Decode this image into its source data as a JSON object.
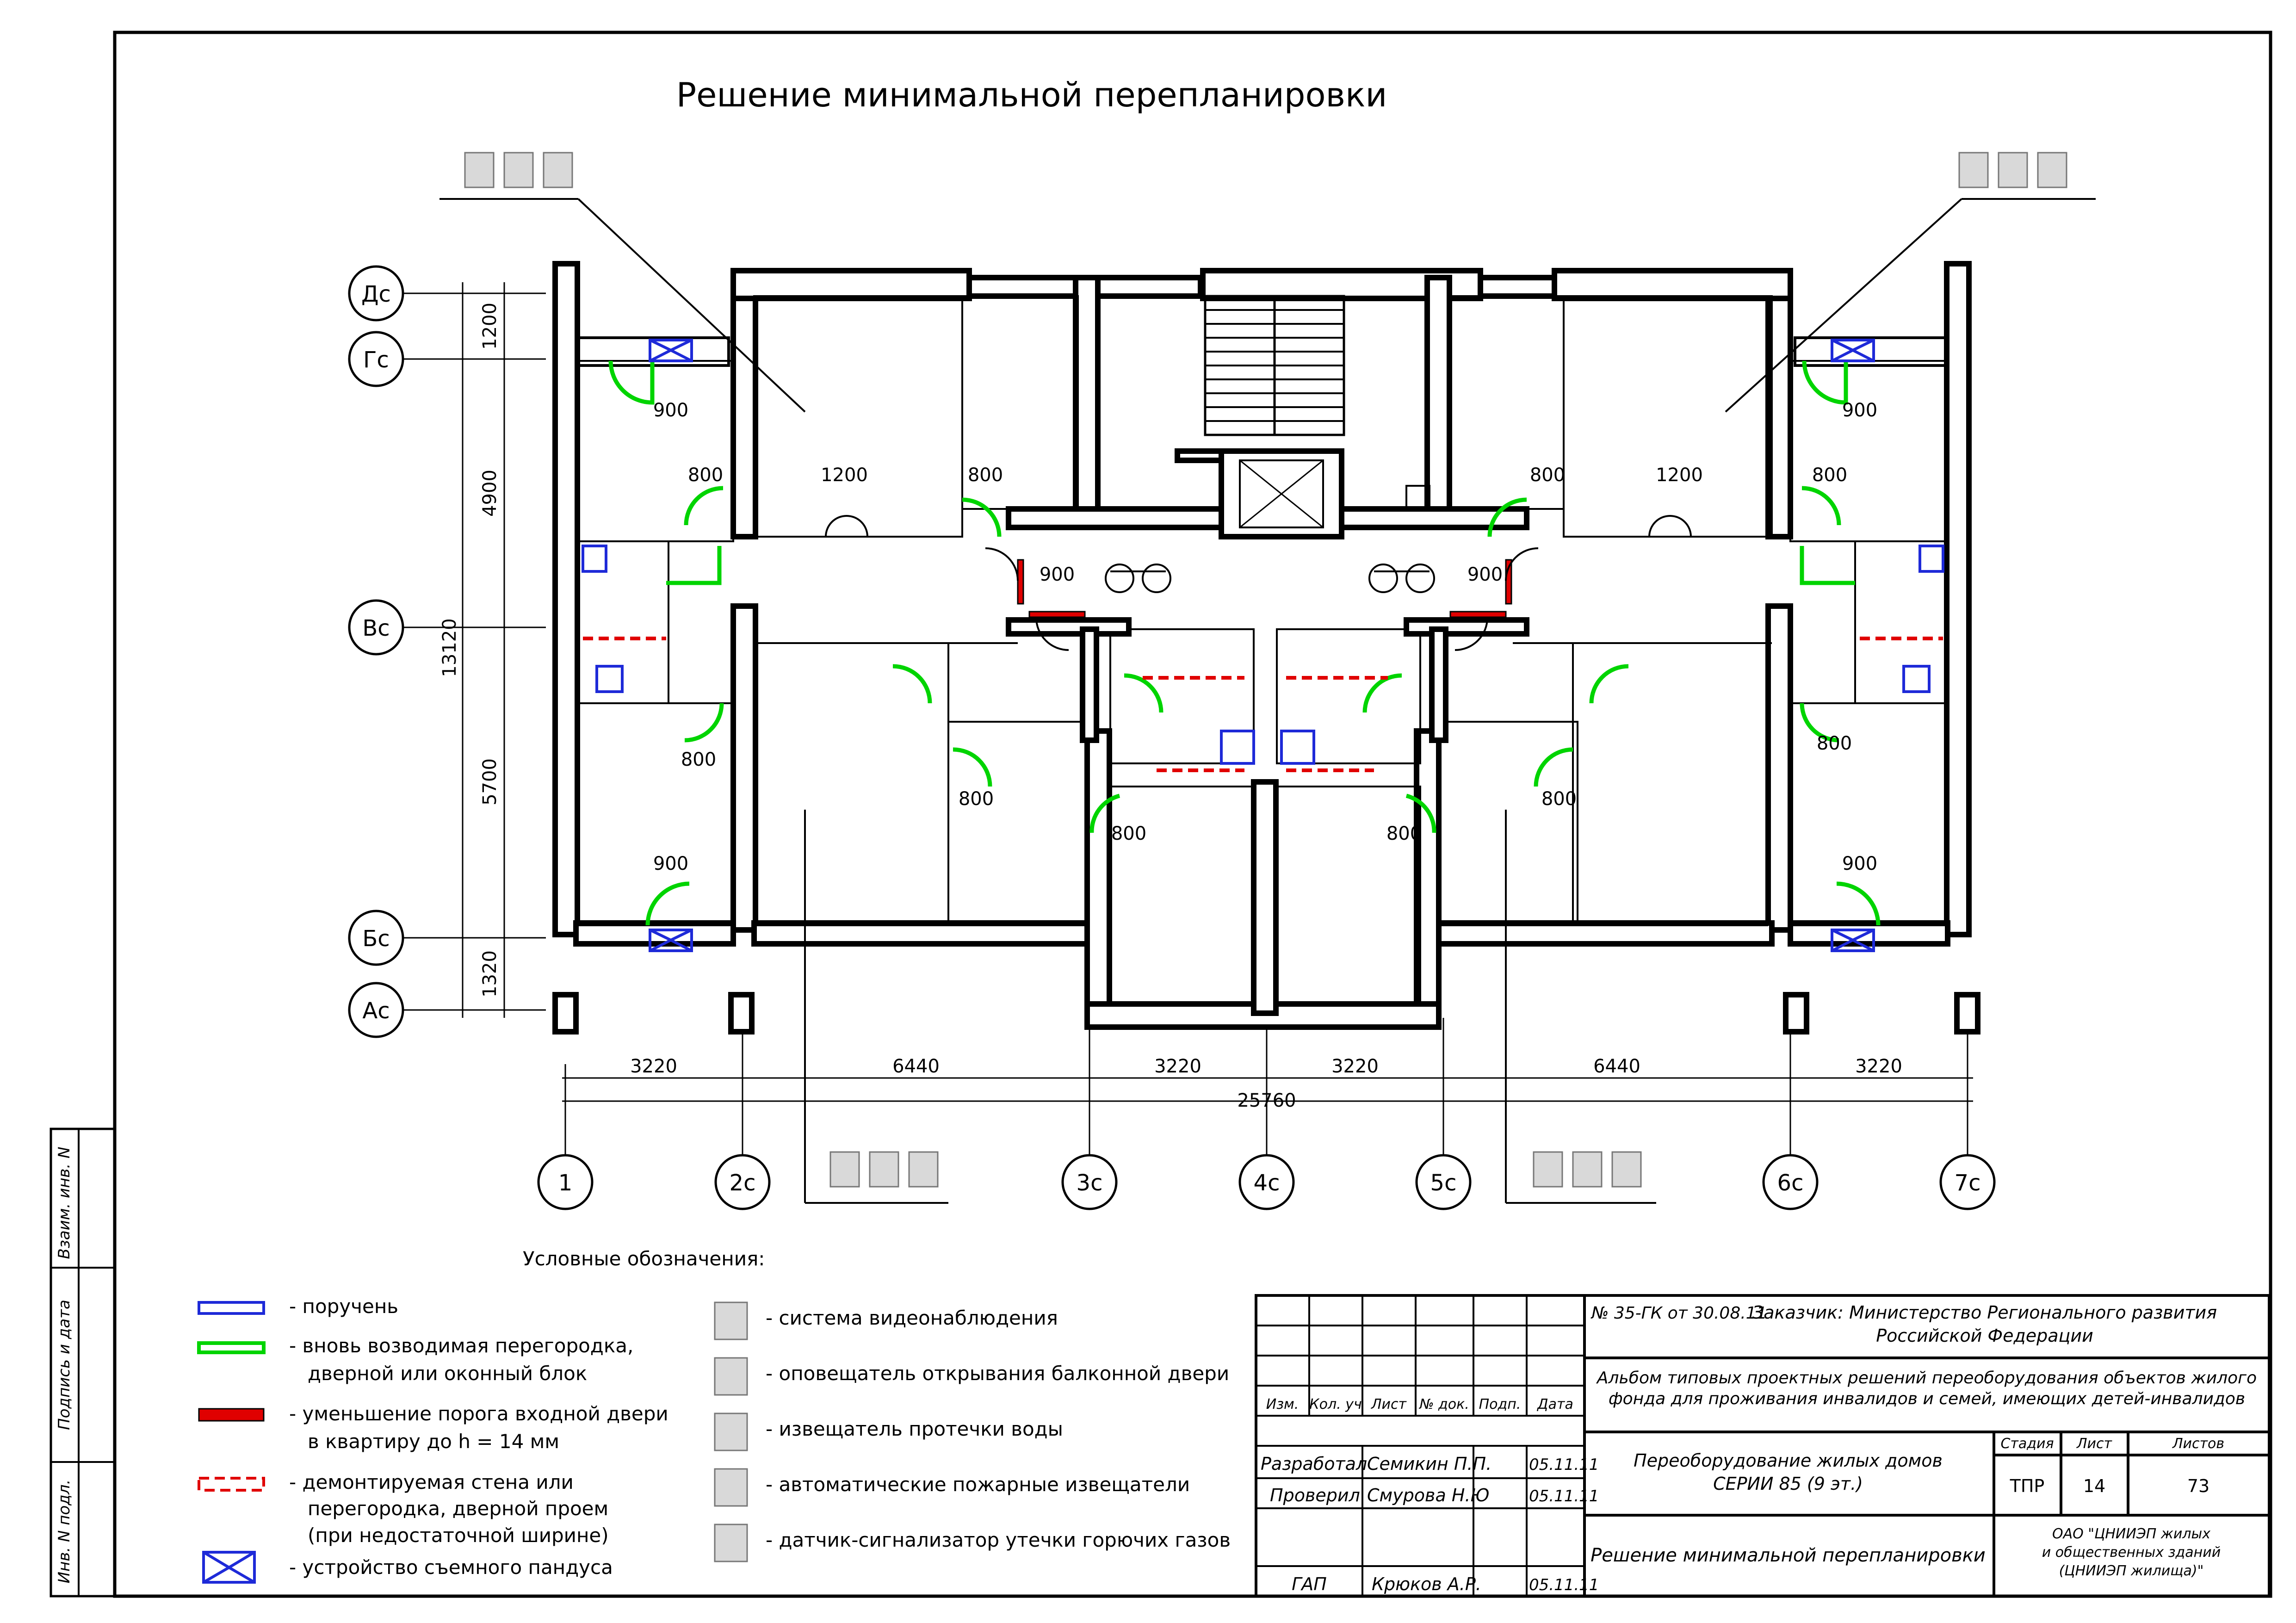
{
  "title": "Решение минимальной перепланировки",
  "axes": {
    "rows": [
      "Дс",
      "Гс",
      "Вс",
      "Бс",
      "Ас"
    ],
    "columns": [
      "1",
      "2с",
      "3с",
      "4с",
      "5с",
      "6с",
      "7с"
    ]
  },
  "dimensions": {
    "vertical": [
      "1200",
      "4900",
      "13120",
      "5700",
      "1320"
    ],
    "horizontal": [
      "3220",
      "6440",
      "3220",
      "3220",
      "6440",
      "3220"
    ],
    "total": "25760",
    "doors": {
      "balcony": "900",
      "room": "800",
      "double_door": "1200",
      "entrance": "900"
    }
  },
  "legend": {
    "heading": "Условные обозначения:",
    "left": [
      {
        "icon": "handrail",
        "text": "- поручень"
      },
      {
        "icon": "new-partition",
        "text": "- вновь возводимая перегородка,",
        "text2": "дверной или оконный блок"
      },
      {
        "icon": "threshold",
        "text": "- уменьшение порога входной двери",
        "text2": "в квартиру до h = 14 мм"
      },
      {
        "icon": "demolished-wall",
        "text": "- демонтируемая стена или",
        "text2": "перегородка, дверной проем",
        "text3": "(при недостаточной ширине)"
      },
      {
        "icon": "ramp",
        "text": "- устройство съемного пандуса"
      }
    ],
    "right": [
      {
        "icon": "camera-icon",
        "text": "- система видеонаблюдения"
      },
      {
        "icon": "balcony-alarm-icon",
        "text": "- оповещатель открывания балконной двери"
      },
      {
        "icon": "water-leak-icon",
        "text": "- извещатель протечки воды"
      },
      {
        "icon": "fire-detector-icon",
        "text": "- автоматические пожарные извещатели"
      },
      {
        "icon": "gas-sensor-icon",
        "text": "- датчик-сигнализатор утечки горючих газов"
      }
    ]
  },
  "stamp": {
    "contract": "№ 35-ГК от 30.08.11",
    "customer_line1": "Заказчик: Министерство Регионального развития",
    "customer_line2": "Российской Федерации",
    "album_line1": "Альбом типовых проектных решений переоборудования объектов жилого",
    "album_line2": "фонда для проживания инвалидов и семей, имеющих детей-инвалидов",
    "headers": [
      "Изм.",
      "Кол. уч",
      "Лист",
      "№ док.",
      "Подп.",
      "Дата"
    ],
    "people": [
      {
        "role": "Разработал",
        "name": "Семикин П.П.",
        "date": "05.11.11"
      },
      {
        "role": "Проверил",
        "name": "Смурова Н.Ю",
        "date": "05.11.11"
      },
      {
        "role": "ГАП",
        "name": "Крюков А.Р.",
        "date": "05.11.11"
      }
    ],
    "object_line1": "Переоборудование жилых домов",
    "object_line2": "СЕРИИ 85 (9 эт.)",
    "sheet_title": "Решение минимальной перепланировки",
    "stage_label": "Стадия",
    "sheet_label": "Лист",
    "sheets_label": "Листов",
    "stage": "ТПР",
    "sheet": "14",
    "sheets": "73",
    "org_line1": "ОАО \"ЦНИИЭП жилых",
    "org_line2": "и общественных зданий",
    "org_line3": "(ЦНИИЭП жилища)\""
  },
  "side_stamp": [
    "Взаим. инв. N",
    "Подпись и дата",
    "Инв. N подл."
  ]
}
